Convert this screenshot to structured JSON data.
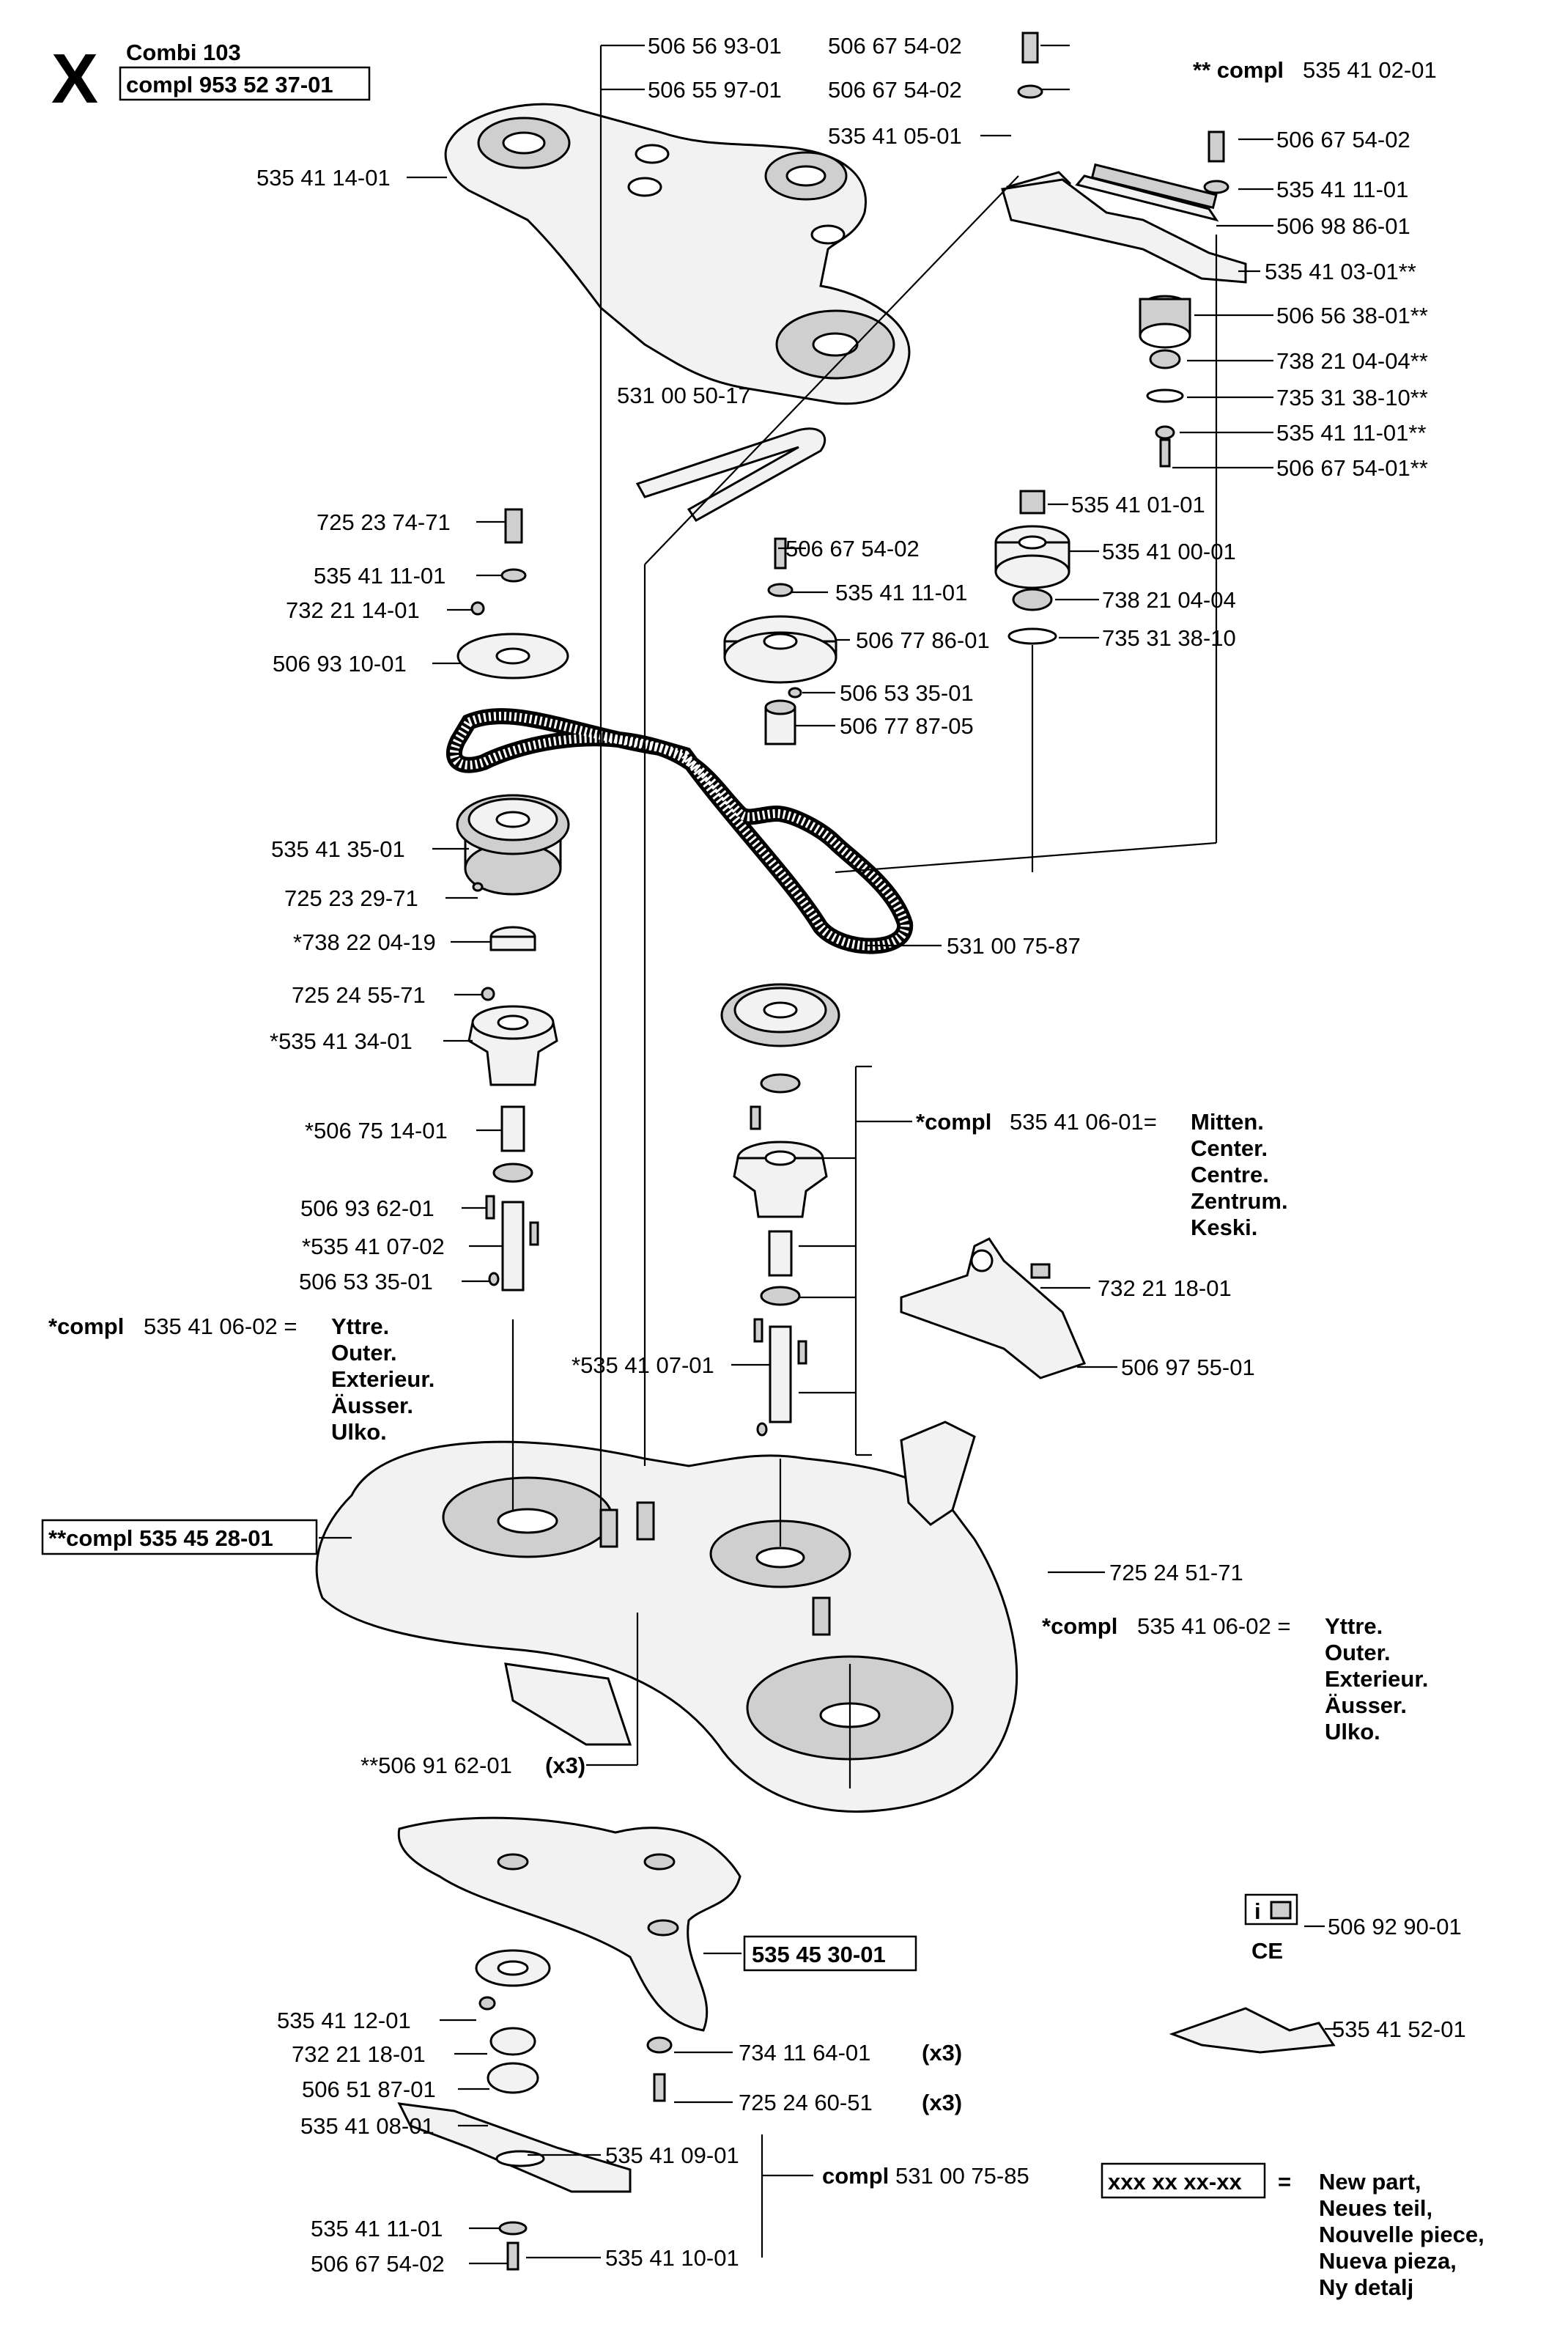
{
  "header": {
    "letter": "X",
    "model": "Combi 103",
    "compl_ref": "compl 953 52 37-01",
    "top_right_note": "** compl",
    "top_right_number": "535 41 02-01"
  },
  "parts": [
    {
      "id": "p01",
      "text": "506 56 93-01"
    },
    {
      "id": "p02",
      "text": "506 55 97-01"
    },
    {
      "id": "p03",
      "text": "506 67 54-02"
    },
    {
      "id": "p04",
      "text": "506 67 54-02"
    },
    {
      "id": "p05",
      "text": "535 41 05-01"
    },
    {
      "id": "p06",
      "text": "535 41 14-01"
    },
    {
      "id": "p07",
      "text": "506 67 54-02"
    },
    {
      "id": "p08",
      "text": "535 41 11-01"
    },
    {
      "id": "p09",
      "text": "506 98 86-01"
    },
    {
      "id": "p10",
      "text": "535 41 03-01**"
    },
    {
      "id": "p11",
      "text": "506 56 38-01**"
    },
    {
      "id": "p12",
      "text": "738 21 04-04**"
    },
    {
      "id": "p13",
      "text": "735 31 38-10**"
    },
    {
      "id": "p14",
      "text": "535 41 11-01**"
    },
    {
      "id": "p15",
      "text": "506 67 54-01**"
    },
    {
      "id": "p16",
      "text": "531 00 50-17"
    },
    {
      "id": "p17",
      "text": "535 41 01-01"
    },
    {
      "id": "p18",
      "text": "535 41 00-01"
    },
    {
      "id": "p19",
      "text": "738 21 04-04"
    },
    {
      "id": "p20",
      "text": "735 31 38-10"
    },
    {
      "id": "p21",
      "text": "725 23 74-71"
    },
    {
      "id": "p22",
      "text": "535 41 11-01"
    },
    {
      "id": "p23",
      "text": "732 21 14-01"
    },
    {
      "id": "p24",
      "text": "506 93 10-01"
    },
    {
      "id": "p25",
      "text": "506 67 54-02"
    },
    {
      "id": "p26",
      "text": "535 41 11-01"
    },
    {
      "id": "p27",
      "text": "506 77 86-01"
    },
    {
      "id": "p28",
      "text": "506 53 35-01"
    },
    {
      "id": "p29",
      "text": "506 77 87-05"
    },
    {
      "id": "p30",
      "text": "535 41 35-01"
    },
    {
      "id": "p31",
      "text": "725 23 29-71"
    },
    {
      "id": "p32",
      "text": "*738 22 04-19"
    },
    {
      "id": "p33",
      "text": "531 00 75-87"
    },
    {
      "id": "p34",
      "text": "725 24 55-71"
    },
    {
      "id": "p35",
      "text": "*535 41 34-01"
    },
    {
      "id": "p36",
      "text": "*506 75 14-01"
    },
    {
      "id": "p37",
      "text": "506 93 62-01"
    },
    {
      "id": "p38",
      "text": "*535 41 07-02"
    },
    {
      "id": "p39",
      "text": "506 53 35-01"
    },
    {
      "id": "p40",
      "text": "732 21 18-01"
    },
    {
      "id": "p41",
      "text": "*535 41 07-01"
    },
    {
      "id": "p42",
      "text": "506 97 55-01"
    },
    {
      "id": "p43",
      "text": "725 24 51-71"
    },
    {
      "id": "p44",
      "text": "**506 91 62-01"
    },
    {
      "id": "p45",
      "text": "535 41 12-01"
    },
    {
      "id": "p46",
      "text": "732 21 18-01"
    },
    {
      "id": "p47",
      "text": "506 51 87-01"
    },
    {
      "id": "p48",
      "text": "535 41 08-01"
    },
    {
      "id": "p49",
      "text": "734 11 64-01"
    },
    {
      "id": "p50",
      "text": "725 24 60-51"
    },
    {
      "id": "p51",
      "text": "535 41 09-01"
    },
    {
      "id": "p52",
      "text": "535 41 11-01"
    },
    {
      "id": "p53",
      "text": "535 41 10-01"
    },
    {
      "id": "p54",
      "text": "506 67 54-02"
    },
    {
      "id": "p55",
      "text": "506 92 90-01"
    },
    {
      "id": "p56",
      "text": "535 41 52-01"
    }
  ],
  "qty": {
    "x3": "(x3)"
  },
  "assemblies": {
    "center": {
      "prefix": "*compl",
      "number": "535 41 06-01=",
      "names": [
        "Mitten.",
        "Center.",
        "Centre.",
        "Zentrum.",
        "Keski."
      ]
    },
    "outer_left": {
      "prefix": "*compl",
      "number": "535 41 06-02 =",
      "names": [
        "Yttre.",
        "Outer.",
        "Exterieur.",
        "Äusser.",
        "Ulko."
      ]
    },
    "outer_right": {
      "prefix": "*compl",
      "number": "535 41 06-02 =",
      "names": [
        "Yttre.",
        "Outer.",
        "Exterieur.",
        "Äusser.",
        "Ulko."
      ]
    },
    "deck": {
      "text": "**compl 535 45 28-01"
    },
    "blade_box": {
      "text": "535 45 30-01"
    },
    "blade_compl": {
      "prefix": "compl",
      "number": "531 00 75-85"
    }
  },
  "legend": {
    "code": "xxx xx xx-xx",
    "equals": "=",
    "meanings": [
      "New part,",
      "Neues teil,",
      "Nouvelle piece,",
      "Nueva pieza,",
      "Ny detalj"
    ]
  },
  "info_icon": {
    "letter": "i",
    "ce": "CE"
  }
}
